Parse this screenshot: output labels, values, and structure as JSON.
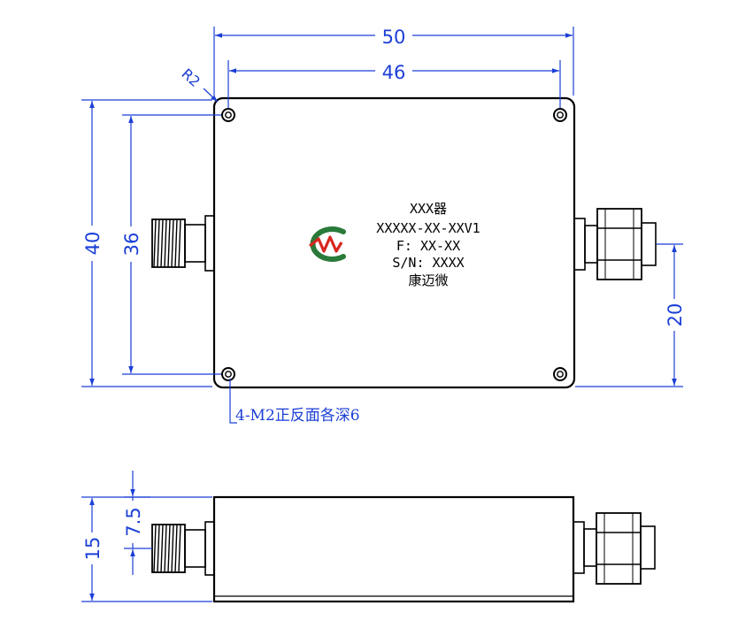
{
  "dimensions": {
    "overall_length": "50",
    "hole_spacing_x": "46",
    "overall_height": "40",
    "hole_spacing_y": "36",
    "connector_offset": "20",
    "corner_radius": "R2",
    "thickness": "15",
    "connector_height": "7.5"
  },
  "hole_note": "4-M2正反面各深6",
  "label": {
    "line1": "XXX器",
    "line2": "XXXXX-XX-XXV1",
    "line3": "F: XX-XX",
    "line4": "S/N: XXXX",
    "line5": "康迈微"
  },
  "colors": {
    "dimension": "#1b3fd6",
    "outline": "#000000",
    "logo_red": "#d7261e",
    "logo_green": "#2a7a3a"
  }
}
